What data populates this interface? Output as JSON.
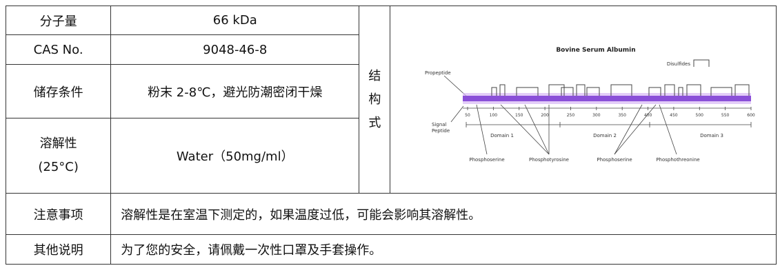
{
  "table": {
    "mw_label": "分子量",
    "mw_value": "66 kDa",
    "cas_label": "CAS No.",
    "cas_value": "9048-46-8",
    "storage_label": "储存条件",
    "storage_value": "粉末 2-8℃，避光防潮密闭干燥",
    "solubility_label_1": "溶解性",
    "solubility_label_2": "(25°C)",
    "solubility_value": "Water（50mg/ml）",
    "structure_label": [
      "结",
      "构",
      "式"
    ],
    "note_label": "注意事项",
    "note_value": "溶解性是在室温下测定的，如果温度过低，可能会影响其溶解性。",
    "other_label": "其他说明",
    "other_value": "为了您的安全，请佩戴一次性口罩及手套操作。"
  },
  "diagram": {
    "title": "Bovine Serum Albumin",
    "labels": {
      "propeptide": "Propeptide",
      "disulfides": "Disulfides",
      "signal_1": "Signal",
      "signal_2": "Peptide",
      "domain1": "Domain 1",
      "domain2": "Domain 2",
      "domain3": "Domain 3",
      "phosphoserine_1": "Phosphoserine",
      "phosphotyrosine": "Phosphotyrosine",
      "phosphoserine_2": "Phosphoserine",
      "phosphothreonine": "Phosphothreonine"
    },
    "ticks": [
      "50",
      "100",
      "150",
      "200",
      "250",
      "300",
      "350",
      "400",
      "450",
      "500",
      "550",
      "600"
    ],
    "colors": {
      "band": "#8a4fd8",
      "band_glow": "#d7b8f5",
      "line": "#444444"
    }
  }
}
